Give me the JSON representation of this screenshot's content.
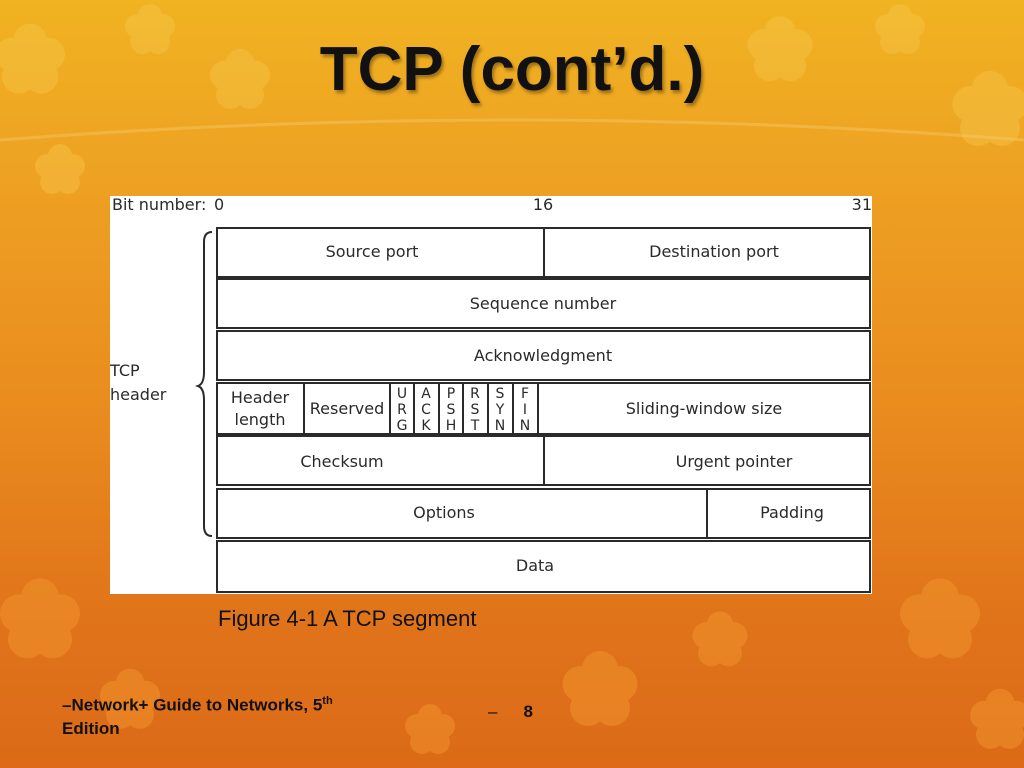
{
  "slide": {
    "title": "TCP (cont’d.)",
    "caption": "Figure 4-1 A TCP segment",
    "footer": {
      "dash": "–",
      "text": "Network+ Guide to Networks, 5",
      "superscript": "th",
      "edition": "Edition",
      "page_dash": "–",
      "page_number": "8"
    }
  },
  "diagram": {
    "bit_number_label": "Bit number:",
    "bit_0": "0",
    "bit_16": "16",
    "bit_31": "31",
    "header_label_line1": "TCP",
    "header_label_line2": "header",
    "row1": {
      "left": "Source port",
      "right": "Destination port"
    },
    "row2": {
      "center": "Sequence number"
    },
    "row3": {
      "center": "Acknowledgment"
    },
    "row4": {
      "header_length_line1": "Header",
      "header_length_line2": "length",
      "reserved": "Reserved",
      "flags": [
        {
          "name": "urg",
          "chars": [
            "U",
            "R",
            "G"
          ]
        },
        {
          "name": "ack",
          "chars": [
            "A",
            "C",
            "K"
          ]
        },
        {
          "name": "psh",
          "chars": [
            "P",
            "S",
            "H"
          ]
        },
        {
          "name": "rst",
          "chars": [
            "R",
            "S",
            "T"
          ]
        },
        {
          "name": "syn",
          "chars": [
            "S",
            "Y",
            "N"
          ]
        },
        {
          "name": "fin",
          "chars": [
            "F",
            "I",
            "N"
          ]
        }
      ],
      "window": "Sliding-window size"
    },
    "row5": {
      "left": "Checksum",
      "right": "Urgent pointer"
    },
    "row6": {
      "left": "Options",
      "right": "Padding"
    },
    "row7": {
      "center": "Data"
    }
  }
}
